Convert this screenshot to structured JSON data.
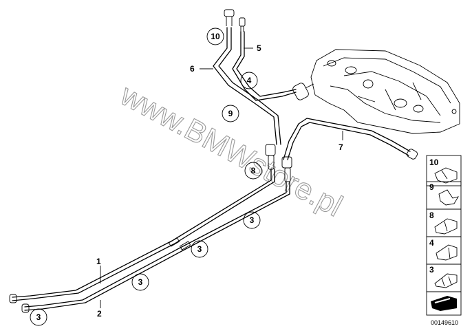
{
  "diagram": {
    "watermark": "www.BMWstore.pl",
    "part_labels": [
      "1",
      "2",
      "5",
      "6",
      "7"
    ],
    "callouts": [
      "10",
      "4",
      "9",
      "8",
      "3",
      "3",
      "3",
      "3"
    ],
    "legend_numbers": [
      "10",
      "9",
      "8",
      "4",
      "3"
    ],
    "drawing_code": "00149610"
  }
}
